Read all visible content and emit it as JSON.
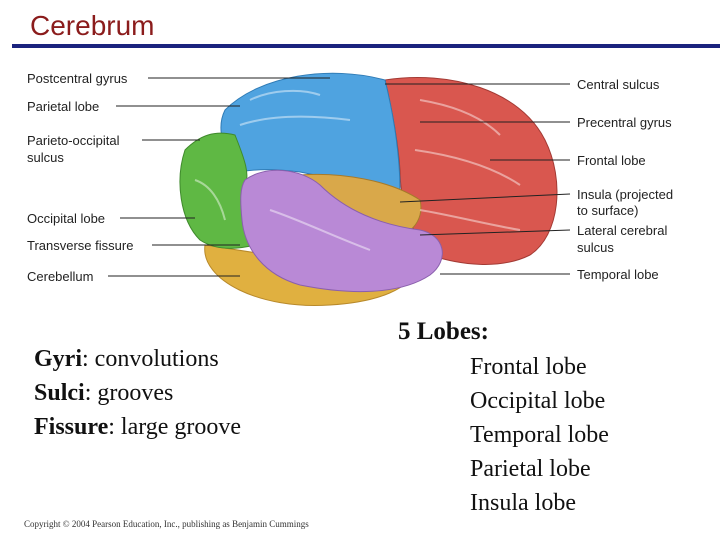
{
  "title": "Cerebrum",
  "labels_left": [
    "Postcentral gyrus",
    "Parietal lobe",
    "Parieto-occipital",
    "sulcus",
    "Occipital lobe",
    "Transverse fissure",
    "Cerebellum"
  ],
  "labels_right": [
    "Central sulcus",
    "Precentral gyrus",
    "Frontal lobe",
    "Insula (projected",
    "to surface)",
    "Lateral cerebral",
    "sulcus",
    "Temporal lobe"
  ],
  "terms": [
    {
      "term": "Gyri",
      "def": ": convolutions"
    },
    {
      "term": "Sulci",
      "def": ": grooves"
    },
    {
      "term": "Fissure",
      "def": ": large groove"
    }
  ],
  "lobes_heading": "5 Lobes:",
  "lobes": [
    "Frontal lobe",
    "Occipital lobe",
    "Temporal lobe",
    "Parietal lobe",
    "Insula lobe"
  ],
  "copyright": "Copyright © 2004 Pearson Education, Inc., publishing as Benjamin Cummings",
  "colors": {
    "title": "#8b1c1c",
    "rule": "#1a237e",
    "frontal": "#d9574f",
    "parietal": "#4fa3e0",
    "occipital": "#5fb844",
    "temporal": "#b989d6",
    "insula": "#d9a84a",
    "cerebellum": "#e0b040"
  }
}
